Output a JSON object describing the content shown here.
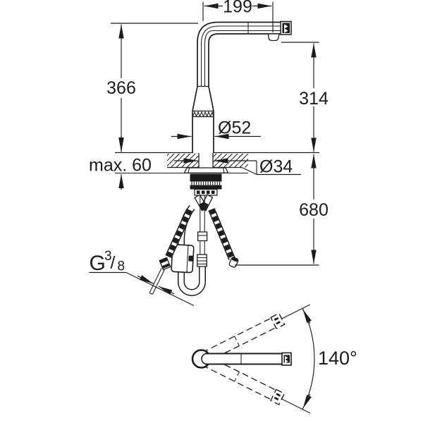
{
  "drawing": {
    "colors": {
      "ink": "#1c1c1c",
      "background": "#ffffff"
    },
    "labels": {
      "reach": "199",
      "height_top": "366",
      "height_outlet": "314",
      "diameter_body": "Ø52",
      "counter_max": "max. 60",
      "diameter_hole": "Ø34",
      "hose_length": "680",
      "angle": "140°",
      "thread": {
        "g": "G",
        "numerator": "3",
        "slash": "/",
        "denominator": "8"
      }
    }
  }
}
